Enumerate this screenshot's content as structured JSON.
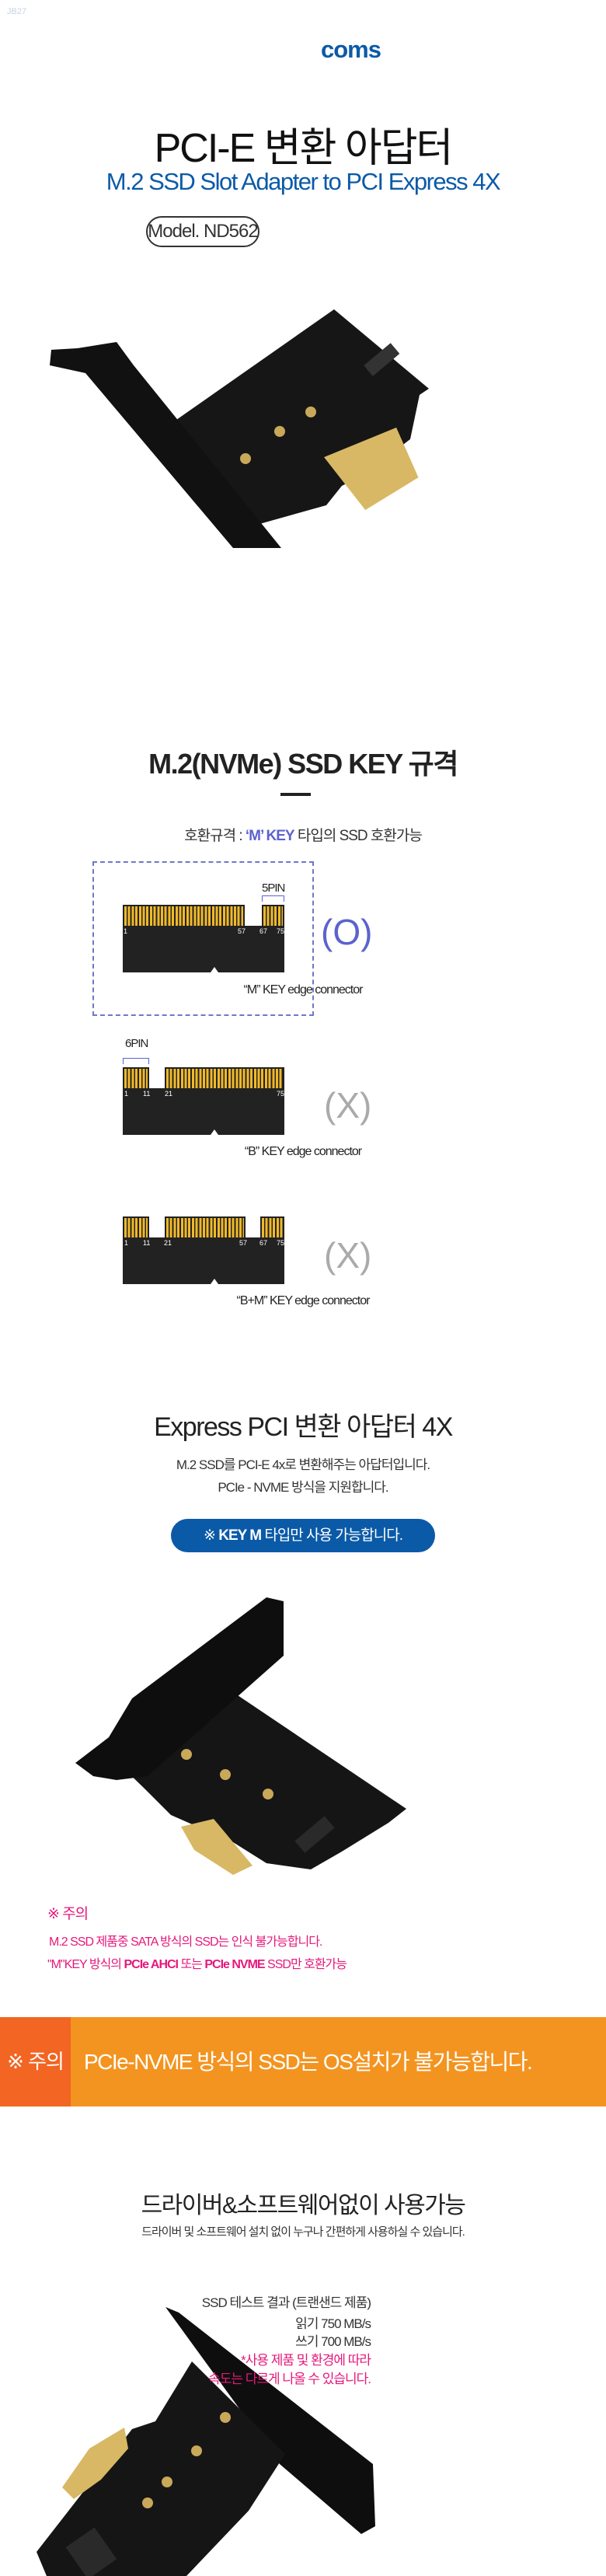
{
  "header": {
    "code": "JB27",
    "logo": "coms",
    "title": "PCI-E 변환 아답터",
    "subtitle": "M.2 SSD Slot Adapter  to PCI Express 4X",
    "model": "Model. ND562"
  },
  "key_section": {
    "title": "M.2(NVMe) SSD KEY 규격",
    "sub_prefix": "호환규격 : ",
    "sub_highlight": "‘M’ KEY",
    "sub_suffix": " 타입의 SSD 호환가능",
    "connectors": [
      {
        "caption": "“M” KEY edge connector",
        "pin_group": "5PIN",
        "pins": [
          "1",
          "57",
          "67",
          "75"
        ],
        "mark": "(O)",
        "compatible": true
      },
      {
        "caption": "“B” KEY edge connector",
        "pin_group": "6PIN",
        "pins": [
          "1",
          "11",
          "21",
          "75"
        ],
        "mark": "(X)",
        "compatible": false
      },
      {
        "caption": "“B+M” KEY edge connector",
        "pins": [
          "1",
          "11",
          "21",
          "57",
          "67",
          "75"
        ],
        "mark": "(X)",
        "compatible": false
      }
    ]
  },
  "express": {
    "title": "Express PCI 변환 아답터 4X",
    "line1": "M.2 SSD를 PCI-E 4x로 변환해주는 아답터입니다.",
    "line2": "PCIe - NVME 방식을 지원합니다.",
    "button_prefix": "※ ",
    "button_bold": "KEY M",
    "button_suffix": " 타입만 사용 가능합니다."
  },
  "caution": {
    "title": "※ 주의",
    "line1": "M.2 SSD 제품중 SATA 방식의 SSD는 인식 불가능합니다.",
    "line2_a": "\"M\"KEY 방식의 ",
    "line2_b": "PCIe AHCI",
    "line2_c": " 또는 ",
    "line2_d": "PCIe NVME",
    "line2_e": " SSD만 호환가능"
  },
  "banner": {
    "label": "※ 주의",
    "text": "PCIe-NVME 방식의 SSD는 OS설치가 불가능합니다."
  },
  "driver": {
    "title": "드라이버&소프트웨어없이 사용가능",
    "desc": "드라이버 및 소프트웨어 설치 없이 누구나 간편하게 사용하실 수 있습니다.",
    "test_title": "SSD 테스트 결과 (트랜샌드 제품)",
    "read": "읽기 750 MB/s",
    "write": "쓰기 700 MB/s",
    "note1": "*사용 제품 및 환경에 따라",
    "note2": "속도는 다르게 나올 수 있습니다."
  },
  "colors": {
    "brand": "#0b5aa8",
    "accent": "#5b63cc",
    "warning": "#e5197b",
    "banner": "#f39420",
    "banner_dark": "#f26522",
    "gold": "#f0b92a"
  }
}
